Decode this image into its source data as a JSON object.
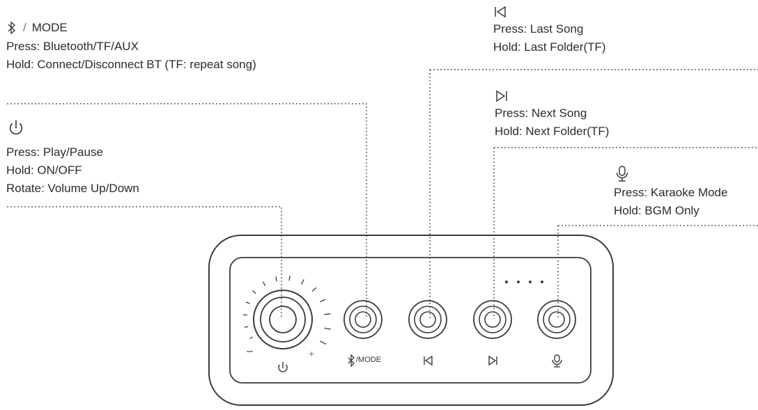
{
  "labels": {
    "bt_mode": {
      "mode_text": "MODE",
      "lines": [
        "Press: Bluetooth/TF/AUX",
        "Hold: Connect/Disconnect BT (TF: repeat song)"
      ],
      "icon": "bluetooth-icon"
    },
    "power": {
      "lines": [
        "Press:  Play/Pause",
        "Hold: ON/OFF",
        "Rotate: Volume Up/Down"
      ],
      "icon": "power-icon"
    },
    "prev": {
      "lines": [
        "Press: Last Song",
        "Hold: Last Folder(TF)"
      ],
      "icon": "previous-track-icon"
    },
    "next": {
      "lines": [
        "Press: Next Song",
        "Hold: Next Folder(TF)"
      ],
      "icon": "next-track-icon"
    },
    "mic": {
      "lines": [
        "Press: Karaoke Mode",
        "Hold: BGM Only"
      ],
      "icon": "microphone-icon"
    }
  },
  "panel": {
    "minus": "–",
    "plus": "+",
    "mode_text": "/MODE"
  },
  "colors": {
    "line": "#3a3a3a",
    "text": "#2b2b2b"
  }
}
